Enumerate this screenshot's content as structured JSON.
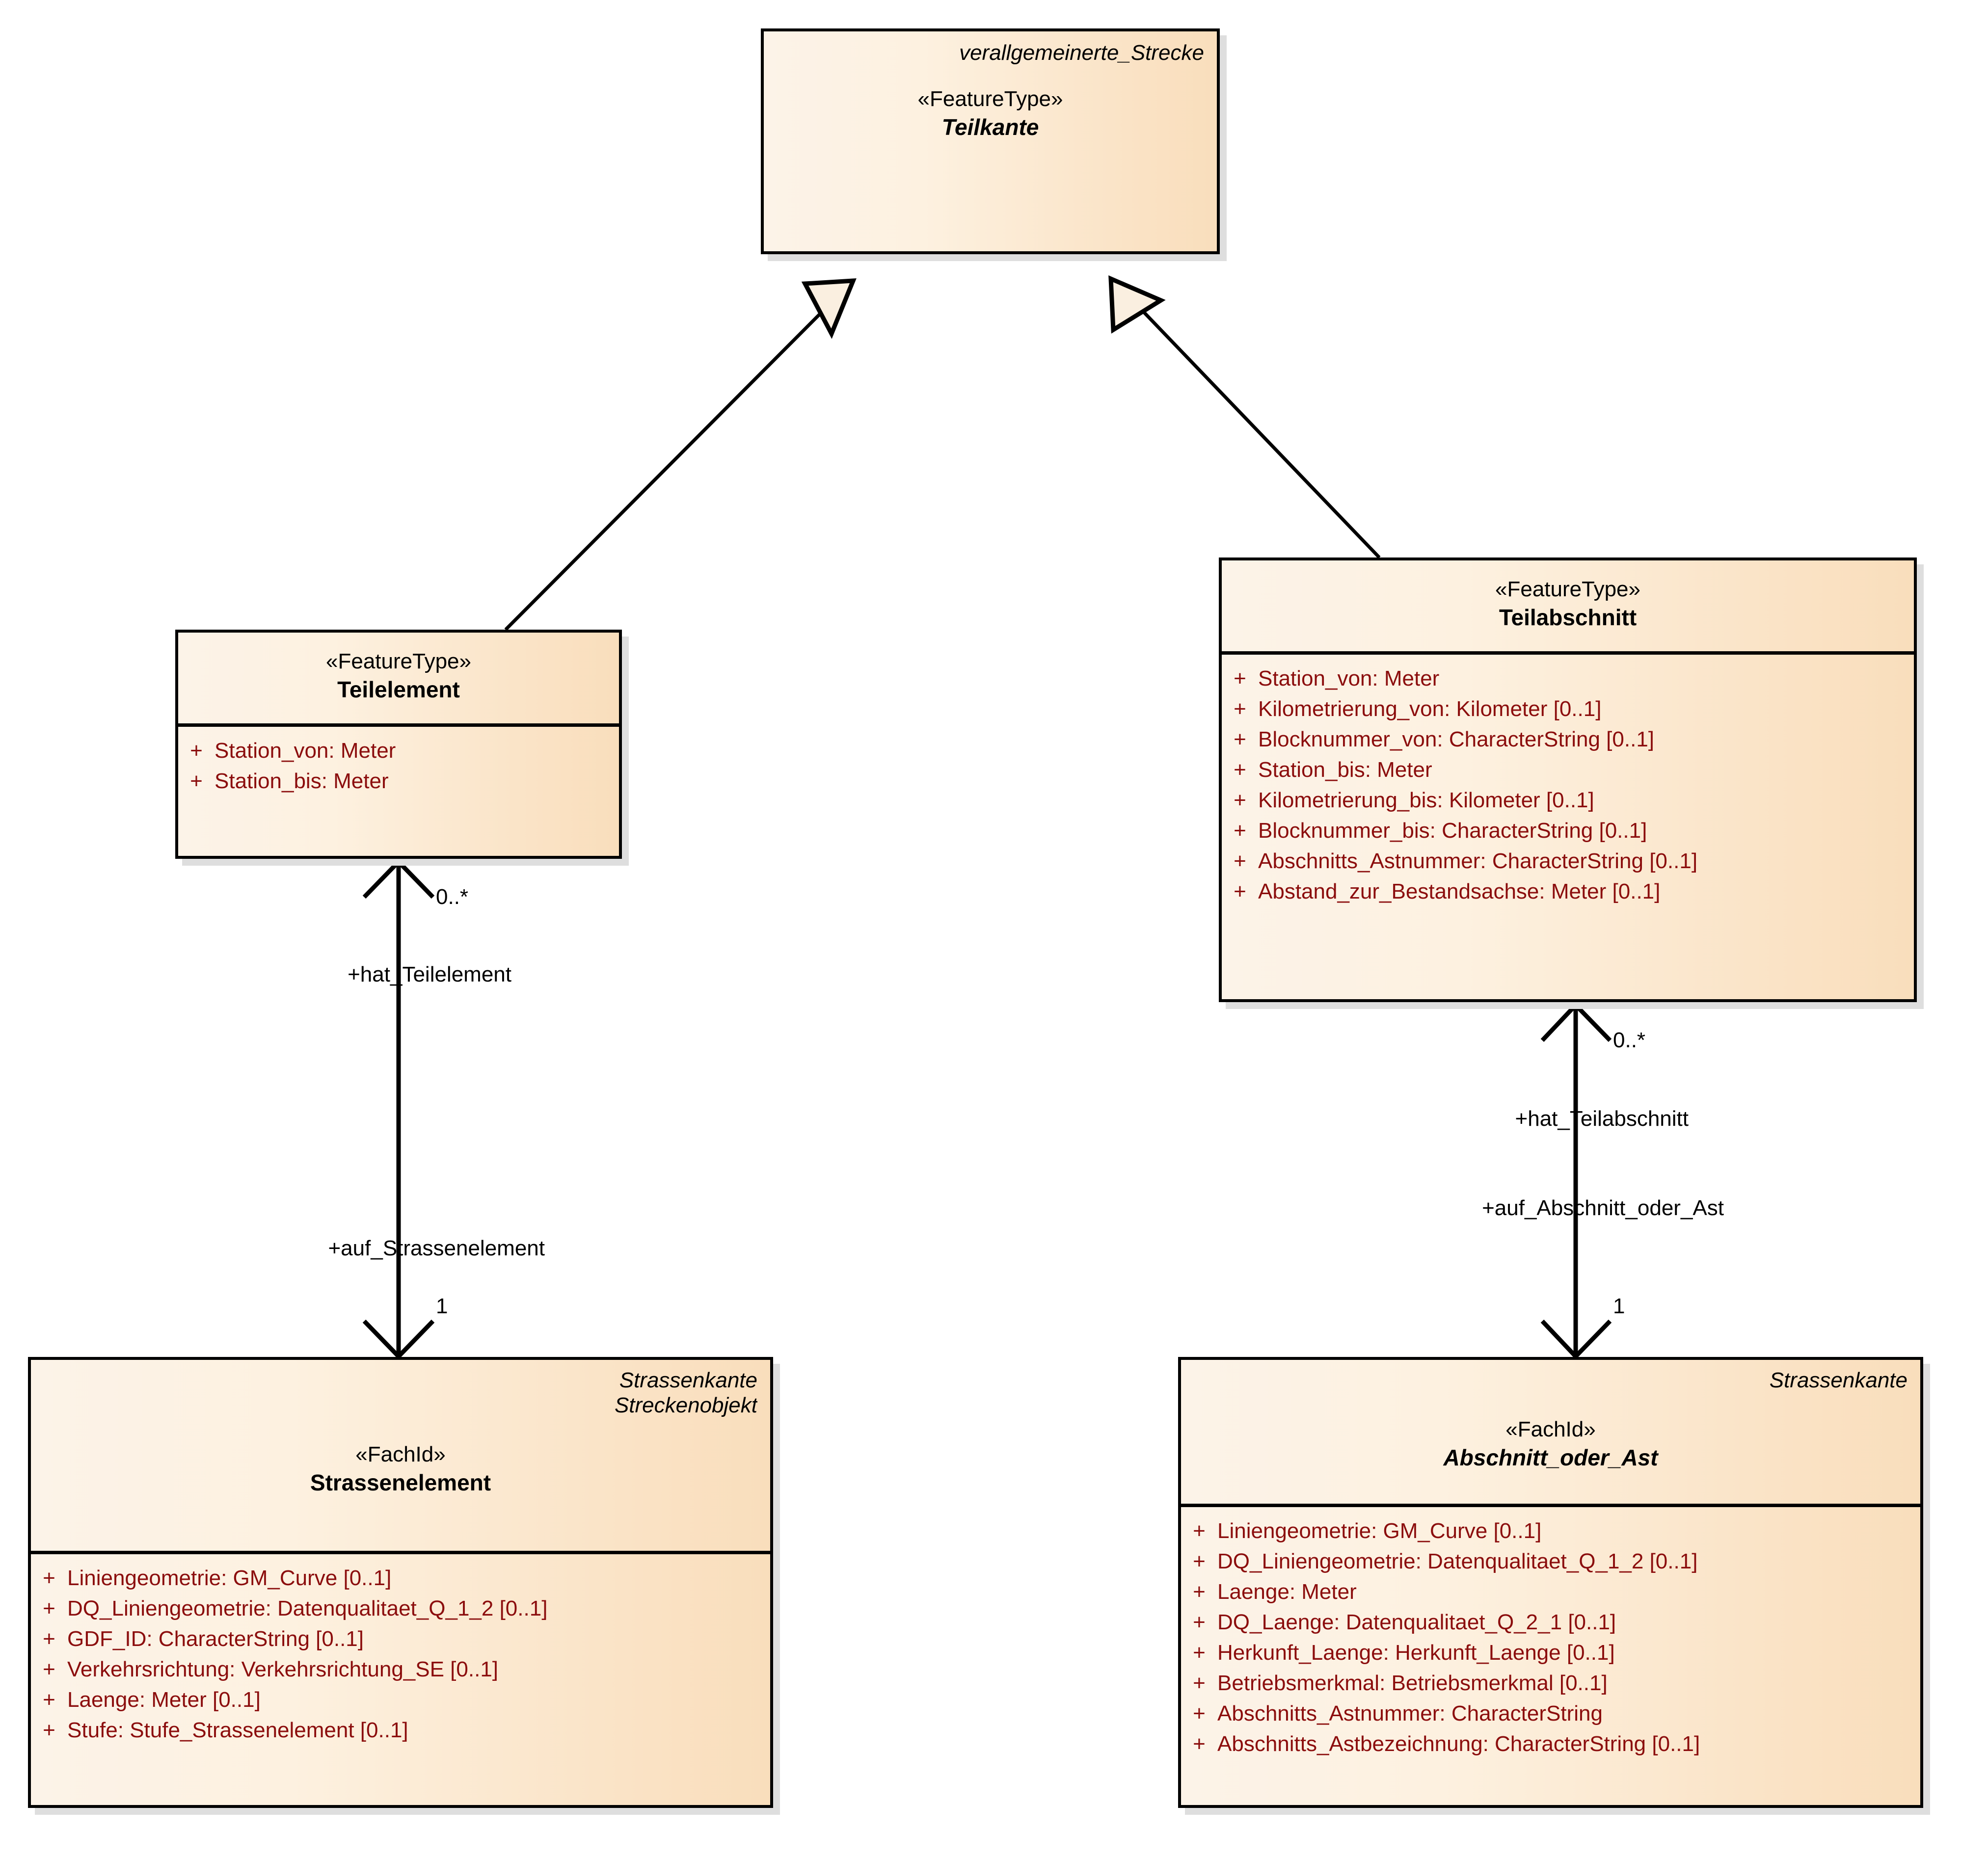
{
  "diagram": {
    "kind": "uml-class-diagram",
    "title": "verallgemeinerte_Strecke / Strassenkante",
    "colors": {
      "class_fill_light": "#FCF3E8",
      "class_fill_dark": "#F9DEBC",
      "border": "#000000",
      "attribute_text": "#8B0D0D",
      "shadow": "#DEDEDE",
      "generalization_fill": "#FAEFE0"
    }
  },
  "classes": [
    {
      "id": "teilkante",
      "package_labels": [
        "verallgemeinerte_Strecke"
      ],
      "stereotype": "«FeatureType»",
      "name": "Teilkante",
      "abstract": true,
      "attributes": []
    },
    {
      "id": "teilelement",
      "package_labels": [],
      "stereotype": "«FeatureType»",
      "name": "Teilelement",
      "abstract": false,
      "attributes": [
        {
          "visibility": "+",
          "signature": "Station_von: Meter"
        },
        {
          "visibility": "+",
          "signature": "Station_bis: Meter"
        }
      ]
    },
    {
      "id": "teilabschnitt",
      "package_labels": [],
      "stereotype": "«FeatureType»",
      "name": "Teilabschnitt",
      "abstract": false,
      "attributes": [
        {
          "visibility": "+",
          "signature": "Station_von: Meter"
        },
        {
          "visibility": "+",
          "signature": "Kilometrierung_von: Kilometer [0..1]"
        },
        {
          "visibility": "+",
          "signature": "Blocknummer_von: CharacterString [0..1]"
        },
        {
          "visibility": "+",
          "signature": "Station_bis: Meter"
        },
        {
          "visibility": "+",
          "signature": "Kilometrierung_bis: Kilometer [0..1]"
        },
        {
          "visibility": "+",
          "signature": "Blocknummer_bis: CharacterString [0..1]"
        },
        {
          "visibility": "+",
          "signature": "Abschnitts_Astnummer: CharacterString [0..1]"
        },
        {
          "visibility": "+",
          "signature": "Abstand_zur_Bestandsachse: Meter [0..1]"
        }
      ]
    },
    {
      "id": "strassenelement",
      "package_labels": [
        "Strassenkante",
        "Streckenobjekt"
      ],
      "stereotype": "«FachId»",
      "name": "Strassenelement",
      "abstract": false,
      "attributes": [
        {
          "visibility": "+",
          "signature": "Liniengeometrie: GM_Curve [0..1]"
        },
        {
          "visibility": "+",
          "signature": "DQ_Liniengeometrie: Datenqualitaet_Q_1_2 [0..1]"
        },
        {
          "visibility": "+",
          "signature": "GDF_ID: CharacterString [0..1]"
        },
        {
          "visibility": "+",
          "signature": "Verkehrsrichtung: Verkehrsrichtung_SE [0..1]"
        },
        {
          "visibility": "+",
          "signature": "Laenge: Meter [0..1]"
        },
        {
          "visibility": "+",
          "signature": "Stufe: Stufe_Strassenelement [0..1]"
        }
      ]
    },
    {
      "id": "abschnitt_oder_ast",
      "package_labels": [
        "Strassenkante"
      ],
      "stereotype": "«FachId»",
      "name": "Abschnitt_oder_Ast",
      "abstract": true,
      "attributes": [
        {
          "visibility": "+",
          "signature": "Liniengeometrie: GM_Curve [0..1]"
        },
        {
          "visibility": "+",
          "signature": "DQ_Liniengeometrie: Datenqualitaet_Q_1_2 [0..1]"
        },
        {
          "visibility": "+",
          "signature": "Laenge: Meter"
        },
        {
          "visibility": "+",
          "signature": "DQ_Laenge: Datenqualitaet_Q_2_1 [0..1]"
        },
        {
          "visibility": "+",
          "signature": "Herkunft_Laenge: Herkunft_Laenge [0..1]"
        },
        {
          "visibility": "+",
          "signature": "Betriebsmerkmal: Betriebsmerkmal [0..1]"
        },
        {
          "visibility": "+",
          "signature": "Abschnitts_Astnummer: CharacterString"
        },
        {
          "visibility": "+",
          "signature": "Abschnitts_Astbezeichnung: CharacterString [0..1]"
        }
      ]
    }
  ],
  "relationships": [
    {
      "id": "gen-teilelement-teilkante",
      "type": "generalization",
      "from": "Teilelement",
      "to": "Teilkante",
      "labels": []
    },
    {
      "id": "gen-teilabschnitt-teilkante",
      "type": "generalization",
      "from": "Teilabschnitt",
      "to": "Teilkante",
      "labels": []
    },
    {
      "id": "assoc-teilelement-strassenelement",
      "type": "association",
      "from": "Strassenelement",
      "to": "Teilelement",
      "target_multiplicity": "0..*",
      "target_role": "+hat_Teilelement",
      "source_role": "+auf_Strassenelement",
      "source_multiplicity": "1"
    },
    {
      "id": "assoc-teilabschnitt-abschnitt",
      "type": "association",
      "from": "Abschnitt_oder_Ast",
      "to": "Teilabschnitt",
      "target_multiplicity": "0..*",
      "target_role": "+hat_Teilabschnitt",
      "source_role": "+auf_Abschnitt_oder_Ast",
      "source_multiplicity": "1"
    }
  ]
}
